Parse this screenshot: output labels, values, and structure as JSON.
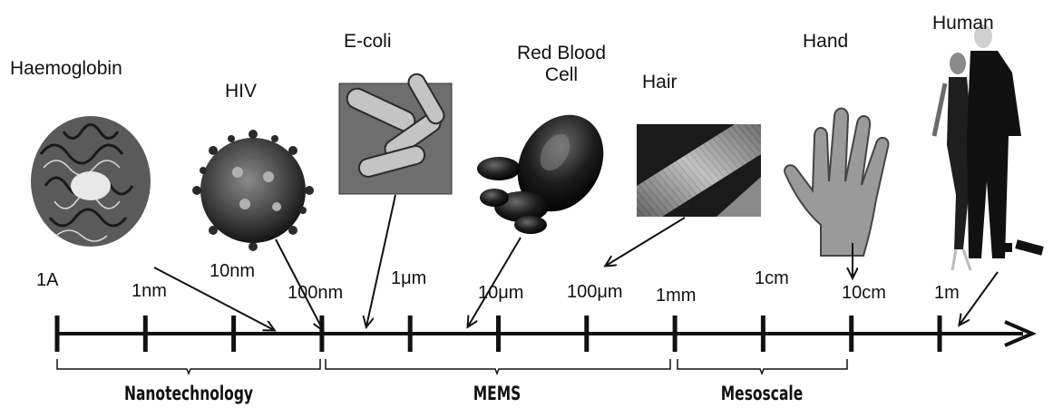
{
  "objects": [
    {
      "key": "haemoglobin",
      "label": "Haemoglobin"
    },
    {
      "key": "hiv",
      "label": "HIV"
    },
    {
      "key": "ecoli",
      "label": "E-coli"
    },
    {
      "key": "rbc",
      "label_line1": "Red Blood",
      "label_line2": "Cell"
    },
    {
      "key": "hair",
      "label": "Hair"
    },
    {
      "key": "hand",
      "label": "Hand"
    },
    {
      "key": "human",
      "label": "Human"
    }
  ],
  "scale_labels": [
    "1A",
    "1nm",
    "10nm",
    "100nm",
    "1μm",
    "10μm",
    "100μm",
    "1mm",
    "1cm",
    "10cm",
    "1m"
  ],
  "regions": [
    "Nanotechnology",
    "MEMS",
    "Mesoscale"
  ],
  "colors": {
    "ink": "#111111",
    "background": "#ffffff"
  }
}
